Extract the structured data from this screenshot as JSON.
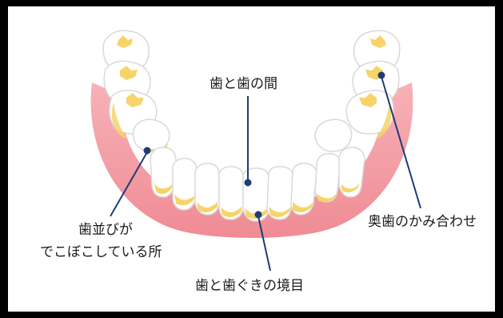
{
  "labels": {
    "between_teeth": "歯と歯の間",
    "uneven_line1": "歯並びが",
    "uneven_line2": "でこぼこしている所",
    "molar_bite": "奥歯のかみ合わせ",
    "gum_border": "歯と歯ぐきの境目"
  },
  "colors": {
    "background": "#ffffff",
    "frame": "#000000",
    "gum": "#f5a0a7",
    "tooth": "#ffffff",
    "tooth_outline": "#d9d9d9",
    "plaque": "#f6d46a",
    "leader_line": "#1f3c78",
    "text": "#1a1a1a"
  }
}
